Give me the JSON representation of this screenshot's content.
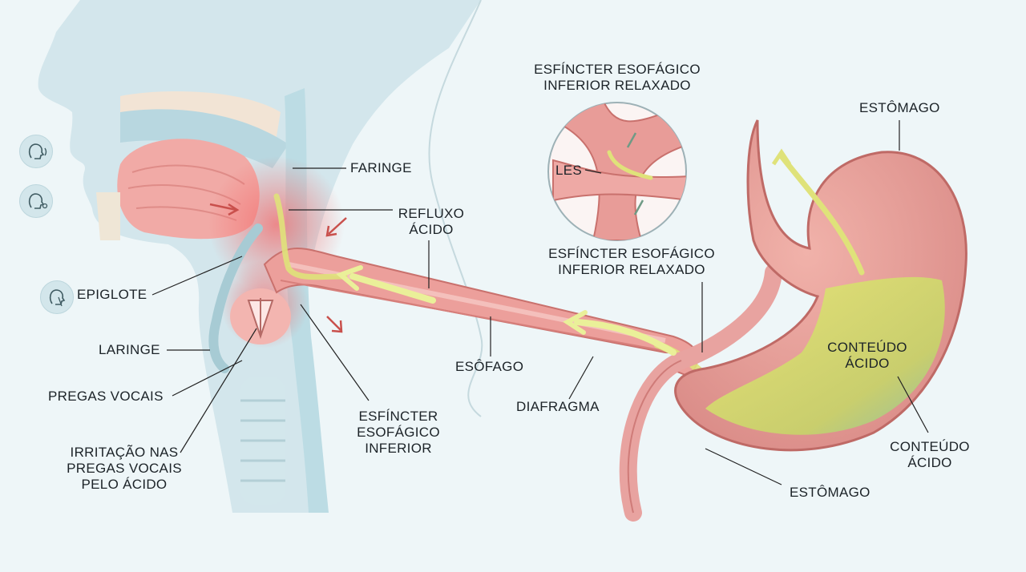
{
  "labels": {
    "faringe": "FARINGE",
    "refluxo_acido": "REFLUXO\nÁCIDO",
    "epiglote": "EPIGLOTE",
    "laringe": "LARINGE",
    "pregas_vocais": "PREGAS VOCAIS",
    "irritacao": "IRRITAÇÃO NAS\nPREGAS VOCAIS\nPELO ÁCIDO",
    "esfincter_inferior_lower": "ESFÍNCTER\nESOFÁGICO\nINFERIOR",
    "esofago": "ESÔFAGO",
    "diafragma": "DIAFRAGMA",
    "esfincter_relaxado_top": "ESFÍNCTER ESOFÁGICO\nINFERIOR RELAXADO",
    "les": "LES",
    "esfincter_relaxado_mid": "ESFÍNCTER ESOFÁGICO\nINFERIOR RELAXADO",
    "estomago_top": "ESTÔMAGO",
    "conteudo_acido_inner": "CONTEÚDO\nÁCIDO",
    "conteudo_acido_outer": "CONTEÚDO\nÁCIDO",
    "estomago_bottom": "ESTÔMAGO"
  },
  "icons": [
    "head-speaking-icon",
    "head-coughing-icon",
    "head-throat-icon"
  ],
  "colors": {
    "tissue": "#e89c98",
    "tissue_dark": "#c9716d",
    "acid": "#d8e06a",
    "airway": "#a9d3dd",
    "background": "#eef6f8"
  }
}
